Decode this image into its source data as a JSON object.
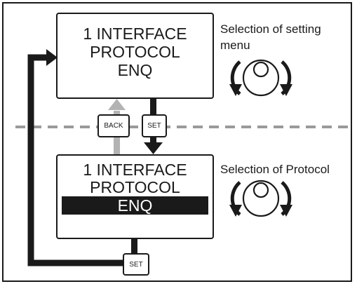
{
  "top_display": {
    "lines": [
      "1 INTERFACE",
      "PROTOCOL",
      "ENQ"
    ],
    "caption_lines": [
      "Selection of setting",
      "menu"
    ]
  },
  "bottom_display": {
    "lines": [
      "1 INTERFACE",
      "PROTOCOL",
      "ENQ"
    ],
    "highlighted_line": "ENQ",
    "caption": "Selection of Protocol"
  },
  "buttons": {
    "back": "BACK",
    "set_middle": "SET",
    "set_bottom": "SET"
  },
  "icons": {
    "knob": "rotary-knob-icon",
    "arrows": "arrow-icon"
  },
  "colors": {
    "line": "#1a1a1a",
    "back_arrow": "#b3b3b3",
    "divider": "#9a9a9a",
    "highlight_bg": "#1a1a1a",
    "highlight_text": "#ffffff"
  }
}
